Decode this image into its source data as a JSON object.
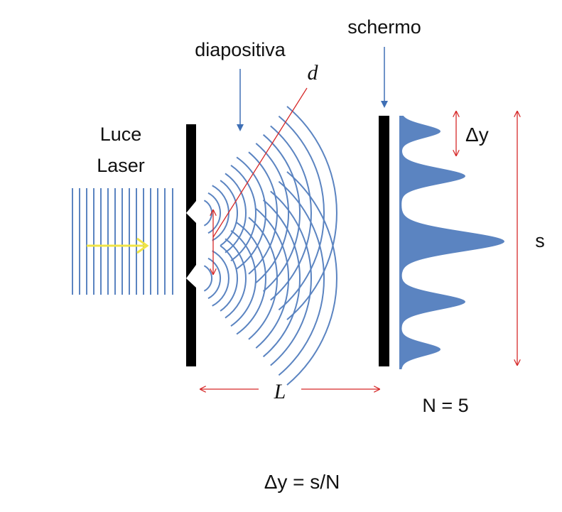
{
  "labels": {
    "light": [
      "Luce",
      "Laser"
    ],
    "slide": "diapositiva",
    "screen": "schermo",
    "slit_distance": "d",
    "fringe_spacing": "Δy",
    "screen_extent": "s",
    "distance": "L",
    "fringe_count": "N = 5",
    "formula": "Δy = s/N"
  },
  "colors": {
    "wave": "#5b84c1",
    "arrow_red": "#d62828",
    "pointer_blue": "#3f6fb5",
    "laser_arrow": "#f0e445",
    "barrier": "#000000",
    "intensity_fill": "#5b84c1"
  }
}
